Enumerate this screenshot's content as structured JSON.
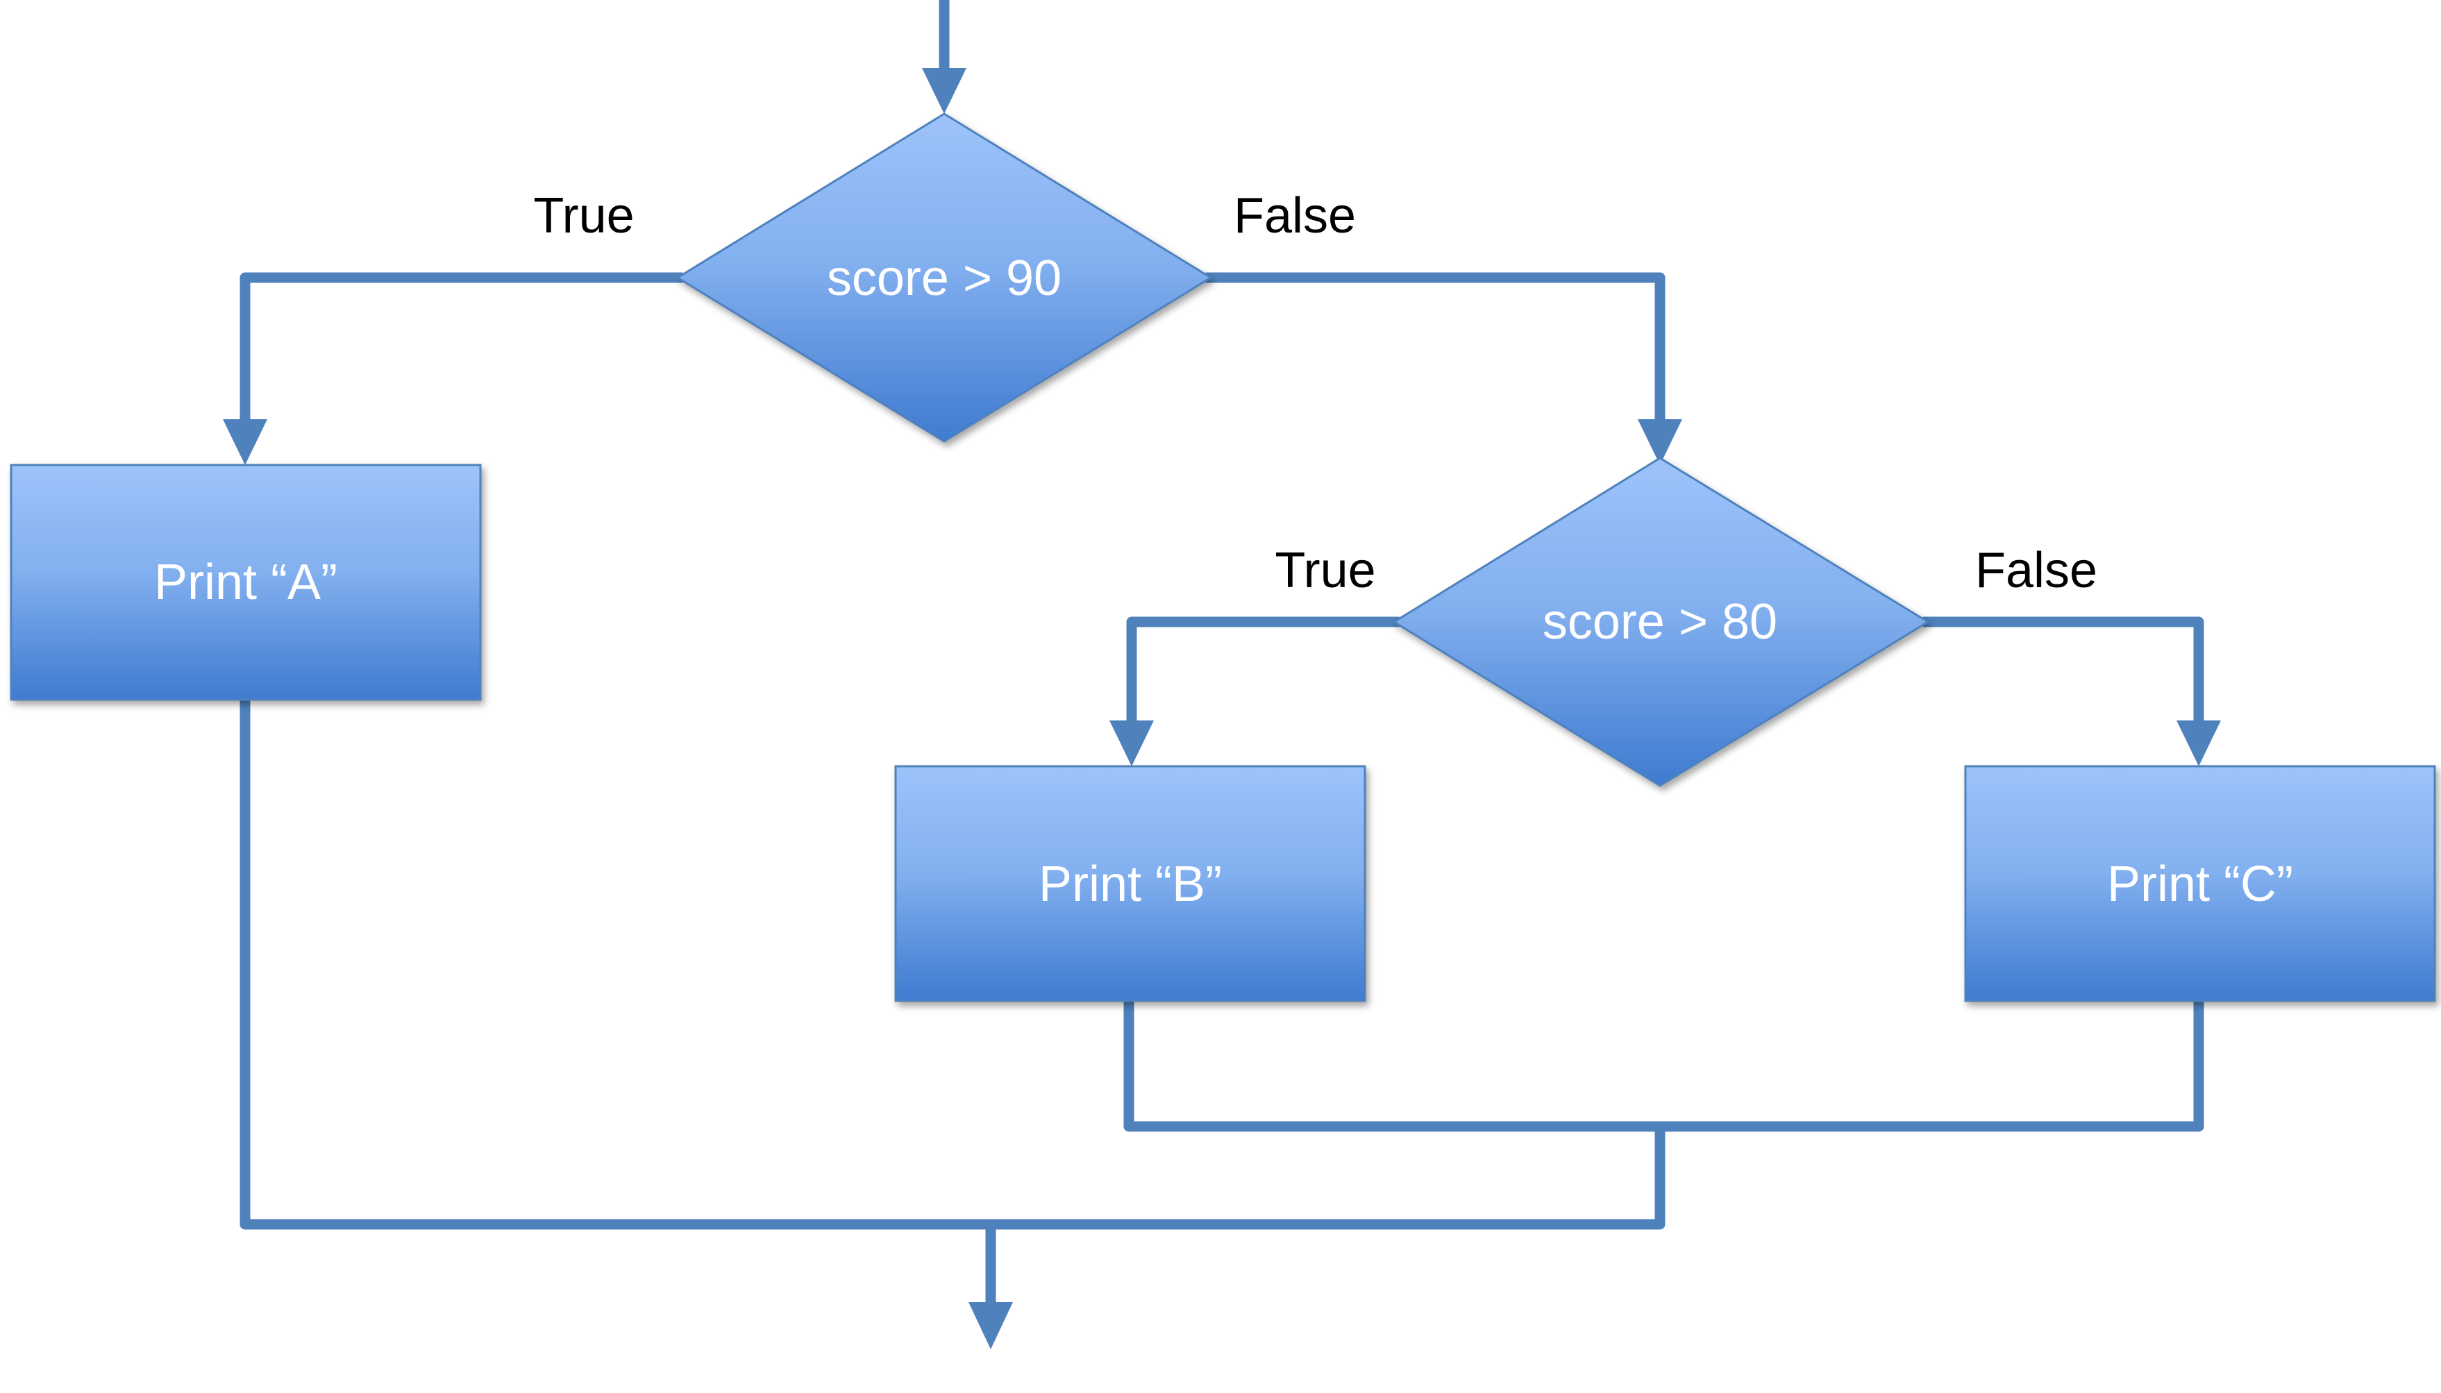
{
  "colors": {
    "line": "#4f81bd",
    "fill_top": "#9dc3fb",
    "fill_bottom": "#3f7bd0",
    "node_text": "#ffffff",
    "edge_text": "#000000"
  },
  "nodes": {
    "decision_90": {
      "label": "score > 90"
    },
    "decision_80": {
      "label": "score > 80"
    },
    "print_a": {
      "label": "Print “A”"
    },
    "print_b": {
      "label": "Print “B”"
    },
    "print_c": {
      "label": "Print “C”"
    }
  },
  "edges": {
    "d90_true": {
      "label": "True"
    },
    "d90_false": {
      "label": "False"
    },
    "d80_true": {
      "label": "True"
    },
    "d80_false": {
      "label": "False"
    }
  }
}
